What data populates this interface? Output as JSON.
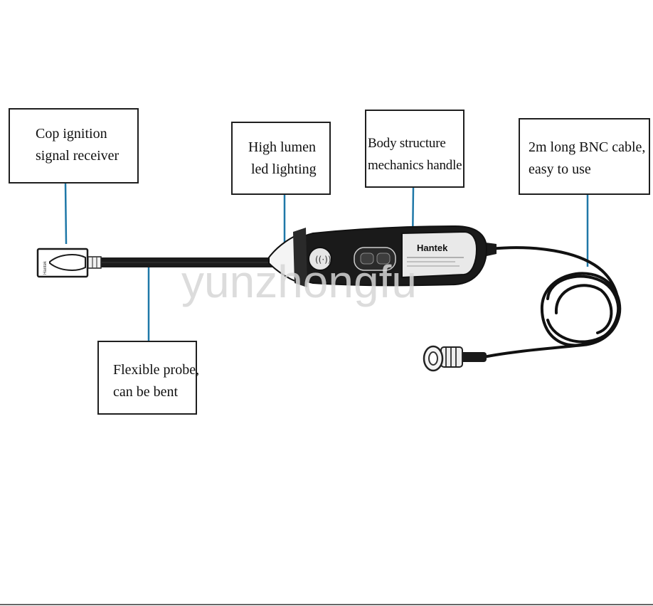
{
  "callouts": {
    "cop_ignition": {
      "line1": "Cop ignition",
      "line2": "signal receiver"
    },
    "led_lighting": {
      "line1": "High lumen",
      "line2": "led lighting"
    },
    "body_structure": {
      "line1": "Body structure",
      "line2": "mechanics handle"
    },
    "bnc_cable": {
      "line1": "2m long BNC cable,",
      "line2": "easy to use"
    },
    "flexible_probe": {
      "line1": "Flexible probe,",
      "line2": "can be bent"
    }
  },
  "device": {
    "brand": "Hantek",
    "tip_label": "Hantek"
  },
  "watermark": "yunzhongfu",
  "colors": {
    "leader_line": "#1f78a8",
    "cable": "#111111",
    "handle_body": "#1a1a1a",
    "handle_panel": "#e9e9e9",
    "box_border": "#1f1f1f"
  }
}
